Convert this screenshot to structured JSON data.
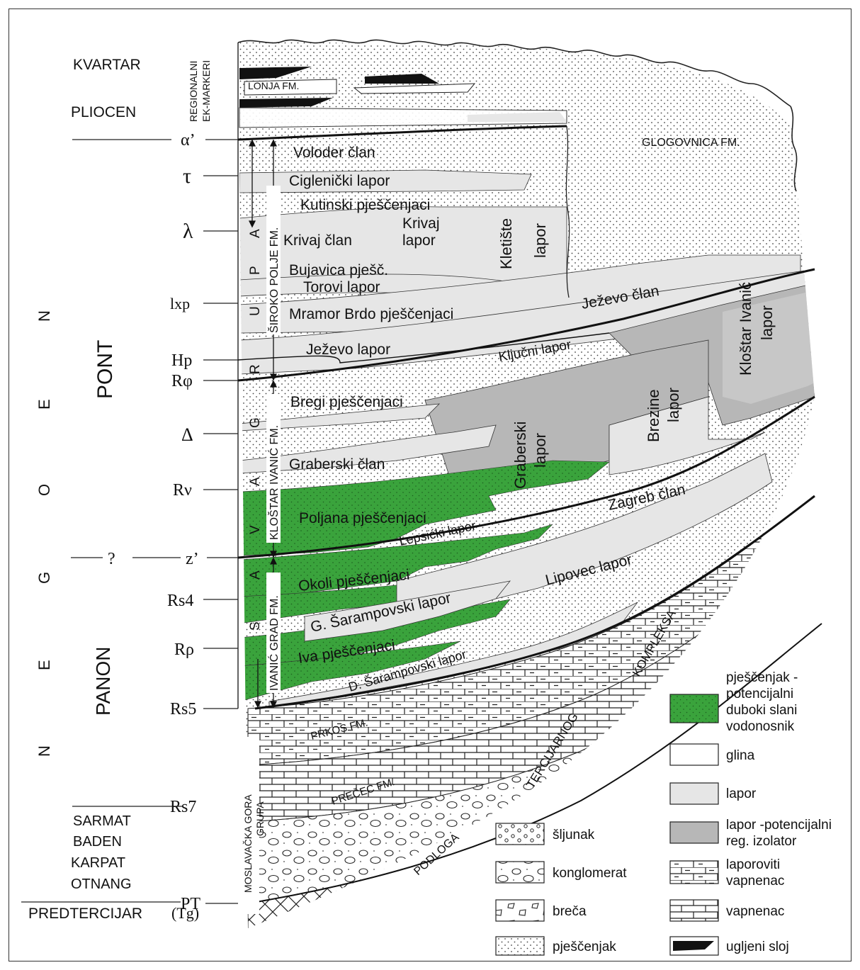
{
  "stages": {
    "kvartar": "KVARTAR",
    "pliocen": "PLIOCEN",
    "pont": "PONT",
    "panon": "PANON",
    "sarmat": "SARMAT",
    "baden": "BADEN",
    "karpat": "KARPAT",
    "otnang": "OTNANG",
    "predtercijar": "PREDTERCIJAR",
    "tg": "(Tg)",
    "neogen": [
      "N",
      "E",
      "O",
      "G",
      "E",
      "N"
    ]
  },
  "markers_title": [
    "REGIONALNI",
    "EK-MARKERI"
  ],
  "markers": {
    "alpha": "α’",
    "tau": "τ",
    "lambda": "λ",
    "lxp": "lxp",
    "hp": "Hp",
    "rphi": "Rφ",
    "delta": "Δ",
    "rnu": "Rν",
    "question": "?",
    "z": "z’",
    "rs4": "Rs4",
    "rrho": "Rρ",
    "rs5": "Rs5",
    "rs7": "Rs7",
    "pt": "PT"
  },
  "group": {
    "letters": [
      "S",
      "A",
      "V",
      "A",
      "G",
      "R",
      "U",
      "P",
      "A"
    ],
    "moslavacka": [
      "MOSLAVAČKA GORA",
      "GRUPA"
    ]
  },
  "formations": {
    "lonja": "LONJA FM.",
    "siroko_polje": "ŠIROKO POLJE FM.",
    "klostar_ivanic": "KLOŠTAR IVANIĆ FM.",
    "ivanic_grad": "IVANIĆ GRAD FM.",
    "glogovnica": "GLOGOVNICA FM.",
    "prkos": "PRKOS FM.",
    "precec": "PREČEC FM.",
    "podloga": "PODLOGA",
    "tercijarnog": "TERCIJARNOG",
    "kompleksa": "KOMPLEKSA"
  },
  "units": {
    "voloder": "Voloder član",
    "ciglenicki": "Ciglenički lapor",
    "kutinski": "Kutinski pješčenjaci",
    "krivaj_clan": "Krivaj član",
    "krivaj_lapor": [
      "Krivaj",
      "lapor"
    ],
    "kletiste": [
      "Kletište",
      "lapor"
    ],
    "bujavica": "Bujavica pješč.",
    "torovi": "Torovi lapor",
    "mramor": "Mramor Brdo pješčenjaci",
    "jezevo_clan": "Ježevo član",
    "jezevo_lapor": "Ježevo lapor",
    "kljucni": "Ključni lapor",
    "klostar_lapor": [
      "Kloštar Ivanić",
      "lapor"
    ],
    "bregi": "Bregi pješčenjaci",
    "brezine": [
      "Brezine",
      "lapor"
    ],
    "graberski_lapor": [
      "Graberski",
      "lapor"
    ],
    "graberski_clan": "Graberski član",
    "zagreb": "Zagreb član",
    "poljana": "Poljana pješčenjaci",
    "lepsicki": "Lepsićki lapor",
    "okoli": "Okoli pješčenjaci",
    "lipovec": "Lipovec lapor",
    "g_sarampovski": "G. Šarampovski lapor",
    "iva": "Iva pješčenjaci",
    "d_sarampovski": "D. Šarampovski lapor"
  },
  "legend": {
    "green": [
      "pješčenjak -",
      "potencijalni",
      "duboki slani",
      "vodonosnik"
    ],
    "glina": "glina",
    "lapor": "lapor",
    "lapor_izolator": [
      "lapor -potencijalni",
      "reg. izolator"
    ],
    "laporoviti": [
      "laporoviti",
      "vapnenac"
    ],
    "vapnenac": "vapnenac",
    "ugljeni": "ugljeni sloj",
    "sljunak": "šljunak",
    "konglomerat": "konglomerat",
    "breca": "breča",
    "pjescenjak": "pješčenjak"
  },
  "colors": {
    "green": "#3aa33c",
    "lapor": "#e6e6e6",
    "izolator": "#b7b7b7",
    "sand_dot": "#555555"
  }
}
